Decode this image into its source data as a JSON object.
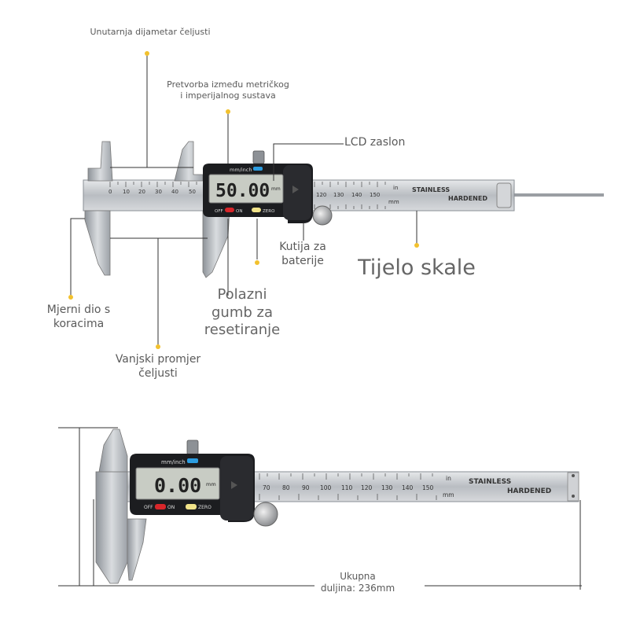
{
  "labels": {
    "inner_jaw": "Unutarnja dijametar čeljusti",
    "conversion_line1": "Pretvorba između metričkog",
    "conversion_line2": "i imperijalnog sustava",
    "lcd": "LCD zaslon",
    "battery_line1": "Kutija za",
    "battery_line2": "baterije",
    "scale_body": "Tijelo skale",
    "reset_line1": "Polazni",
    "reset_line2": "gumb za",
    "reset_line3": "resetiranje",
    "step_line1": "Mjerni dio s",
    "step_line2": "koracima",
    "outer_jaw_line1": "Vanjski promjer",
    "outer_jaw_line2": "čeljusti",
    "length_line1": "Ukupna",
    "length_line2": "duljina: 236mm"
  },
  "caliper_top": {
    "display": "50.00",
    "unit": "mm",
    "unit_button": "mm/inch",
    "off": "OFF",
    "on": "ON",
    "zero": "ZERO",
    "brand1": "STAINLESS",
    "brand2": "HARDENED",
    "in": "in",
    "mm": "mm",
    "scale_numbers": [
      "0",
      "10",
      "20",
      "30",
      "40",
      "50"
    ],
    "beam_numbers": [
      "120",
      "130",
      "140",
      "150"
    ]
  },
  "caliper_bottom": {
    "display": "0.00",
    "unit": "mm",
    "unit_button": "mm/inch",
    "off": "OFF",
    "on": "ON",
    "zero": "ZERO",
    "brand1": "STAINLESS",
    "brand2": "HARDENED",
    "in": "in",
    "mm": "mm",
    "beam_numbers": [
      "70",
      "80",
      "90",
      "100",
      "110",
      "120",
      "130",
      "140",
      "150"
    ]
  },
  "colors": {
    "accent_dot": "#f2c12e",
    "steel": "#c9ccd0",
    "body": "#1c1d20",
    "lcd": "#c8ccc4",
    "off_red": "#d8262a",
    "zero_yellow": "#f1e389"
  }
}
